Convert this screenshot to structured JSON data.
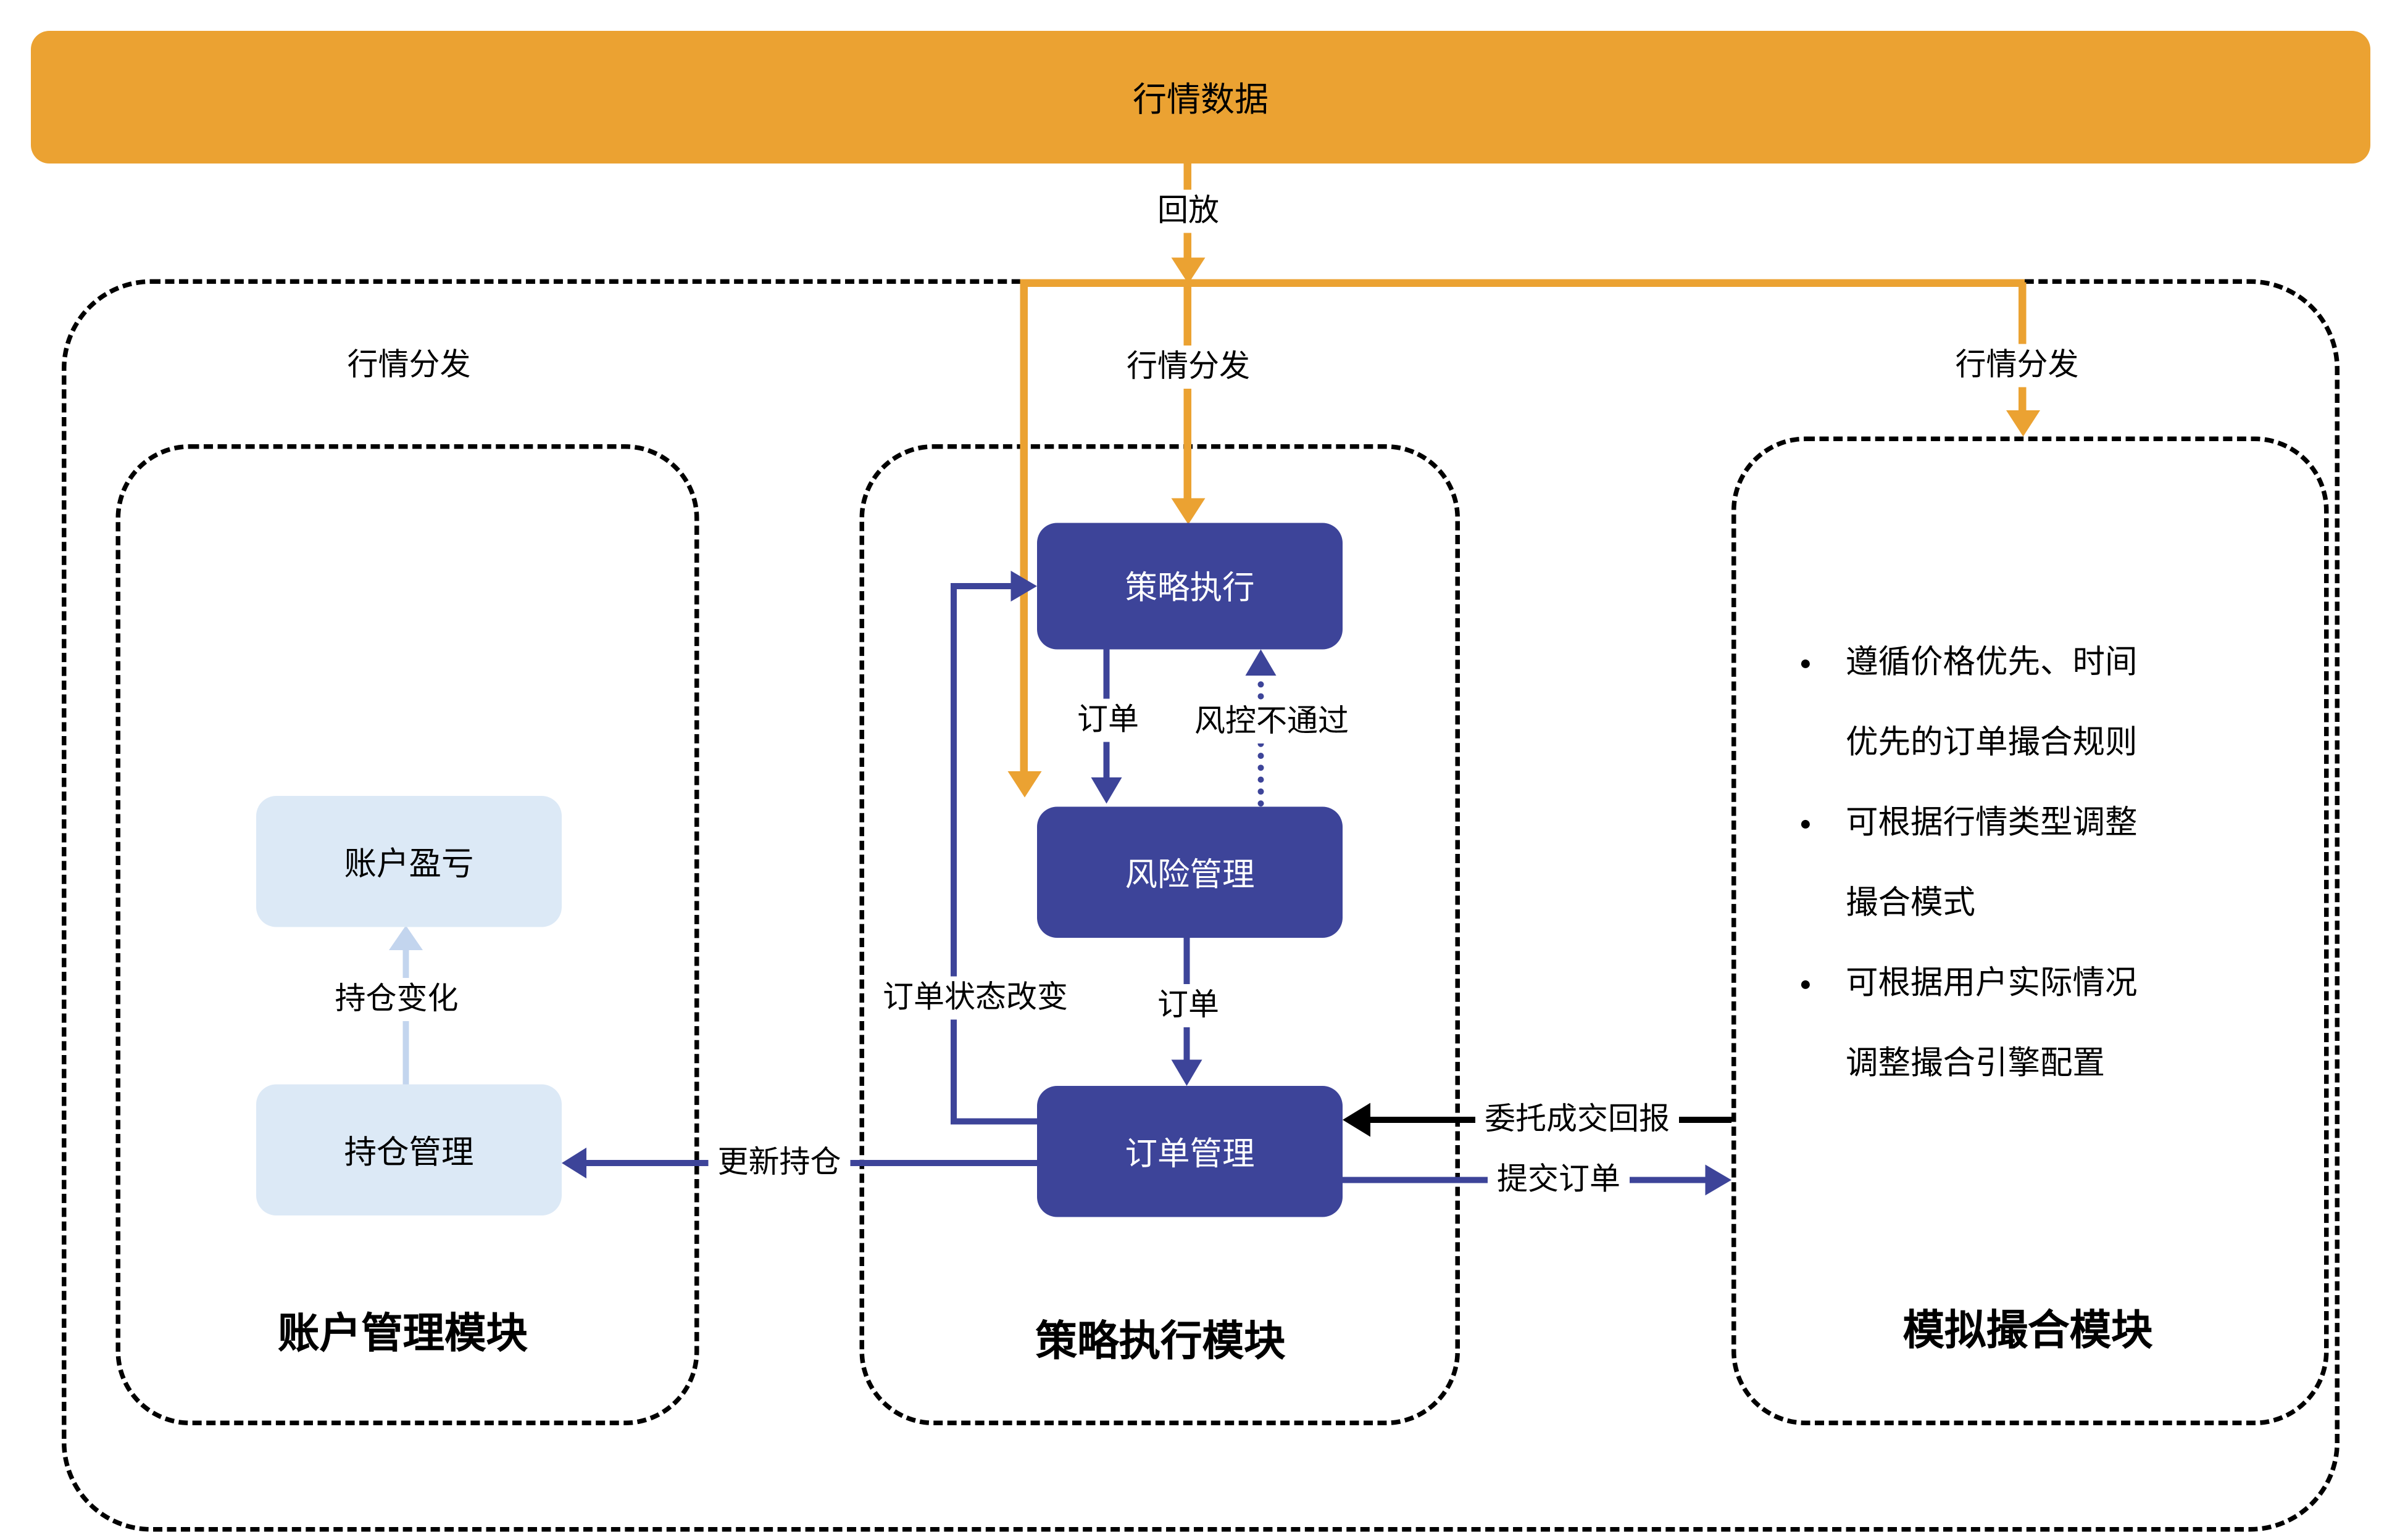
{
  "banner": {
    "label": "行情数据"
  },
  "flows": {
    "playback": "回放",
    "distribute_left": "行情分发",
    "distribute_middle": "行情分发",
    "distribute_right": "行情分发",
    "order_1": "订单",
    "risk_reject": "风控不通过",
    "order_2": "订单",
    "order_status_change": "订单状态改变",
    "position_change": "持仓变化",
    "update_position": "更新持仓",
    "trade_report": "委托成交回报",
    "submit_order": "提交订单"
  },
  "modules": {
    "account": {
      "title": "账户管理模块",
      "nodes": {
        "pnl": "账户盈亏",
        "position": "持仓管理"
      }
    },
    "strategy": {
      "title": "策略执行模块",
      "nodes": {
        "exec": "策略执行",
        "risk": "风险管理",
        "order": "订单管理"
      }
    },
    "matching": {
      "title": "模拟撮合模块",
      "bullets": [
        {
          "line1": "遵循价格优先、时间",
          "line2": "优先的订单撮合规则"
        },
        {
          "line1": "可根据行情类型调整",
          "line2": "撮合模式"
        },
        {
          "line1": "可根据用户实际情况",
          "line2": "调整撮合引擎配置"
        }
      ]
    }
  },
  "icons": {
    "bullet": "●"
  },
  "colors": {
    "orange": "#EBA232",
    "navy": "#3D4499",
    "light_blue": "#DCE9F6",
    "light_blue_arrow": "#C3D5EE",
    "ink": "#000000"
  }
}
